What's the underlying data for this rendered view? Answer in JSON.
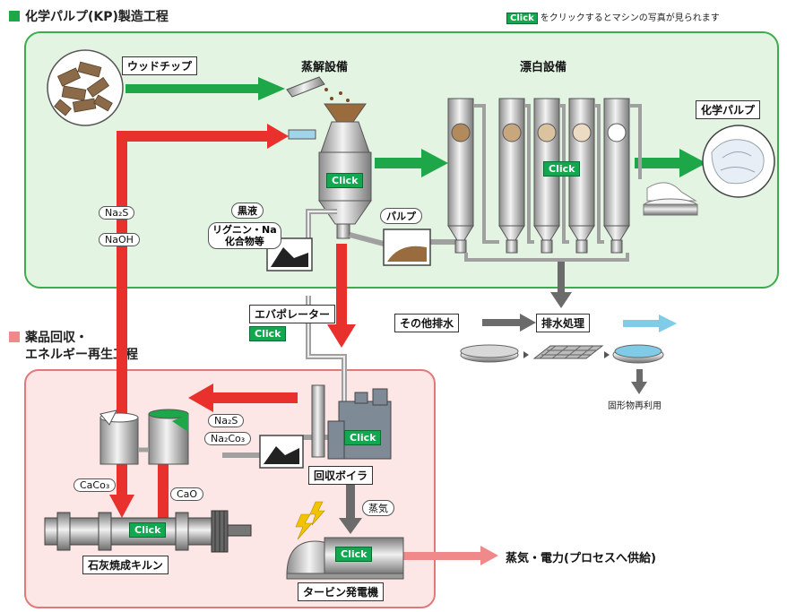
{
  "header": {
    "title": "化学パルプ(KP)製造工程",
    "click_hint_tag": "Click",
    "click_hint_text": "をクリックするとマシンの写真が見られます"
  },
  "sections": {
    "recovery_title_line1": "薬品回収・",
    "recovery_title_line2": "エネルギー再生工程"
  },
  "labels": {
    "wood_chips": "ウッドチップ",
    "digester": "蒸解設備",
    "bleaching": "漂白設備",
    "chemical_pulp": "化学パルプ",
    "black_liquor": "黒液",
    "lignin_line1": "リグニン・Na",
    "lignin_line2": "化合物等",
    "pulp": "パルプ",
    "na2s": "Na₂S",
    "naoh": "NaOH",
    "evaporator": "エバポレーター",
    "other_wastewater": "その他排水",
    "wastewater_treatment": "排水処理",
    "solids_reuse": "固形物再利用",
    "na2s_b": "Na₂S",
    "na2co3": "Na₂Co₃",
    "recovery_boiler": "回収ボイラ",
    "caco3": "CaCo₃",
    "cao": "CaO",
    "steam": "蒸気",
    "lime_kiln": "石灰焼成キルン",
    "steam_power": "蒸気・電力(プロセスへ供給)",
    "turbine": "タービン発電機"
  },
  "click_buttons": {
    "digester": "Click",
    "bleaching": "Click",
    "evaporator": "Click",
    "recovery_boiler": "Click",
    "kiln": "Click",
    "turbine": "Click"
  },
  "colors": {
    "green_panel_bg": "#e3f4e3",
    "green_panel_border": "#3cac4c",
    "pink_panel_bg": "#fde6e6",
    "pink_panel_border": "#e07a7a",
    "green_arrow": "#1ea748",
    "red_arrow": "#e8312c",
    "gray_arrow": "#6b6b6b",
    "blue_arrow": "#7fcbe8",
    "pink_arrow": "#f08a8a",
    "click_green": "#11a84f"
  }
}
